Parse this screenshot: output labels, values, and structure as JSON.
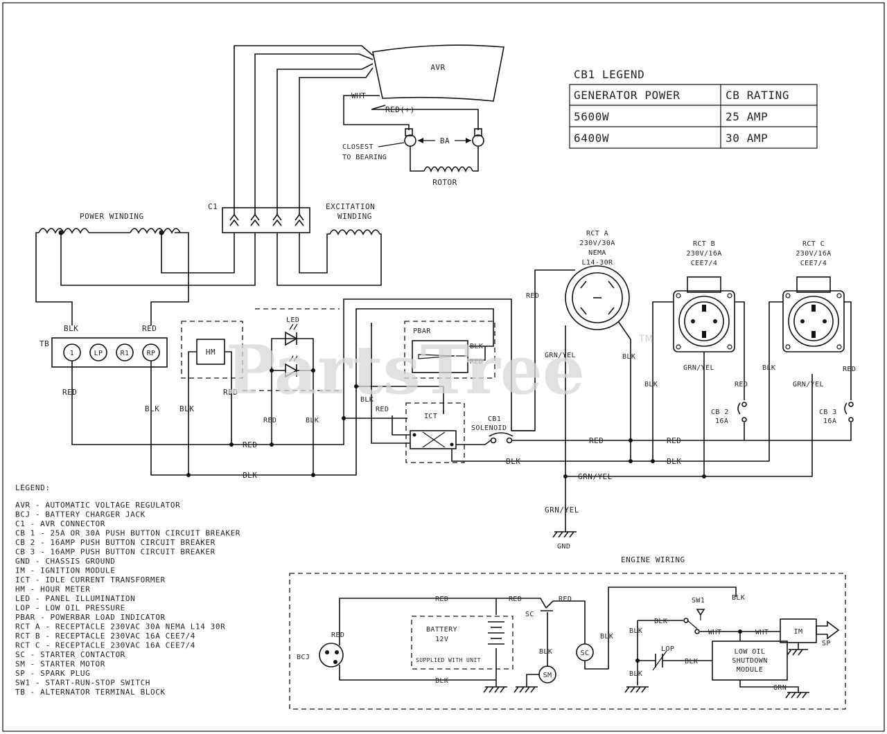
{
  "watermark": {
    "brand": "PartsTree",
    "tm": "TM"
  },
  "cb1_legend": {
    "title": "CB1 LEGEND",
    "headers": [
      "GENERATOR POWER",
      "CB RATING"
    ],
    "rows": [
      [
        "5600W",
        "25 AMP"
      ],
      [
        "6400W",
        "30 AMP"
      ]
    ]
  },
  "labels": {
    "avr": "AVR",
    "wht": "WHT",
    "red_plus": "RED(+)",
    "closest_bearing": [
      "CLOSEST",
      "TO BEARING"
    ],
    "ba": "BA",
    "rotor": "ROTOR",
    "c1": "C1",
    "power_winding": "POWER WINDING",
    "excitation_winding": [
      "EXCITATION",
      "WINDING"
    ],
    "tb": "TB",
    "tb_terminals": [
      "1",
      "LP",
      "R1",
      "RP"
    ],
    "blk": "BLK",
    "red": "RED",
    "hm": "HM",
    "led": "LED",
    "pbar": "PBAR",
    "ict": "ICT",
    "sol": "SOLENOID",
    "cb1": "CB1",
    "grn_yel": "GRN/YEL",
    "gnd": "GND",
    "rct_a": [
      "RCT A",
      "230V/30A",
      "NEMA",
      "L14-30R"
    ],
    "rct_b": [
      "RCT B",
      "230V/16A",
      "CEE7/4"
    ],
    "rct_c": [
      "RCT C",
      "230V/16A",
      "CEE7/4"
    ],
    "cb2": [
      "CB 2",
      "16A"
    ],
    "cb3": [
      "CB 3",
      "16A"
    ],
    "engine_wiring": "ENGINE WIRING",
    "battery": [
      "BATTERY",
      "12V"
    ],
    "supplied_with_unit": "SUPPLIED WITH UNIT",
    "bcj": "BCJ",
    "sc": "SC",
    "sm": "SM",
    "sw1": "SW1",
    "im": "IM",
    "sp": "SP",
    "wht_short": "WHT",
    "grn": "GRN",
    "low_oil": [
      "LOW OIL",
      "SHUTDOWN",
      "MODULE"
    ],
    "lop": "LOP"
  },
  "legend": {
    "title": "LEGEND:",
    "items": [
      "AVR - AUTOMATIC VOLTAGE REGULATOR",
      "BCJ - BATTERY CHARGER JACK",
      "C1 - AVR CONNECTOR",
      "CB 1 - 25A OR 30A PUSH BUTTON CIRCUIT BREAKER",
      "CB 2 - 16AMP PUSH BUTTON CIRCUIT BREAKER",
      "CB 3 - 16AMP PUSH BUTTON CIRCUIT BREAKER",
      "GND - CHASSIS GROUND",
      "IM - IGNITION MODULE",
      "ICT - IDLE CURRENT TRANSFORMER",
      "HM - HOUR METER",
      "LED - PANEL ILLUMINATION",
      "LOP - LOW OIL PRESSURE",
      "PBAR - POWERBAR LOAD INDICATOR",
      "RCT A - RECEPTACLE 230VAC 30A NEMA L14 30R",
      "RCT B - RECEPTACLE 230VAC 16A CEE7/4",
      "RCT C - RECEPTACLE 230VAC 16A CEE7/4",
      "SC - STARTER CONTACTOR",
      "SM - STARTER MOTOR",
      "SP - SPARK PLUG",
      "SW1 - START-RUN-STOP SWITCH",
      "TB - ALTERNATOR TERMINAL BLOCK"
    ]
  }
}
